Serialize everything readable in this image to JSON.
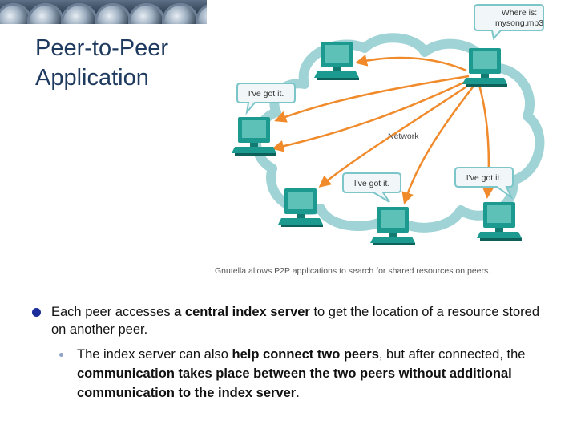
{
  "slide": {
    "title_line1": "Peer-to-Peer",
    "title_line2": "Application"
  },
  "diagram": {
    "query_line1": "Where is:",
    "query_line2": "mysong.mp3",
    "reply_left": "I've got it.",
    "reply_center": "I've got it.",
    "reply_right": "I've got it.",
    "network_label": "Network",
    "caption": "Gnutella allows P2P applications to search for shared resources on peers.",
    "colors": {
      "cloud_fill": "#ffffff",
      "cloud_stroke": "#9fd3d5",
      "arrow": "#f08a2a",
      "callout_fill": "#f1f7f8",
      "callout_stroke": "#7cc6c9",
      "computer_teal": "#1d9a8f"
    }
  },
  "bullets": {
    "b1_t1": "Each peer accesses ",
    "b1_bold1": "a central index server",
    "b1_t2": " to get the location of a resource stored on another peer.",
    "b2_t1": "The index server can also ",
    "b2_bold1": "help connect two peers",
    "b2_t2": ", but after connected, the ",
    "b2_bold2": "communication takes place between the two peers without additional communication to the index server",
    "b2_t3": "."
  }
}
